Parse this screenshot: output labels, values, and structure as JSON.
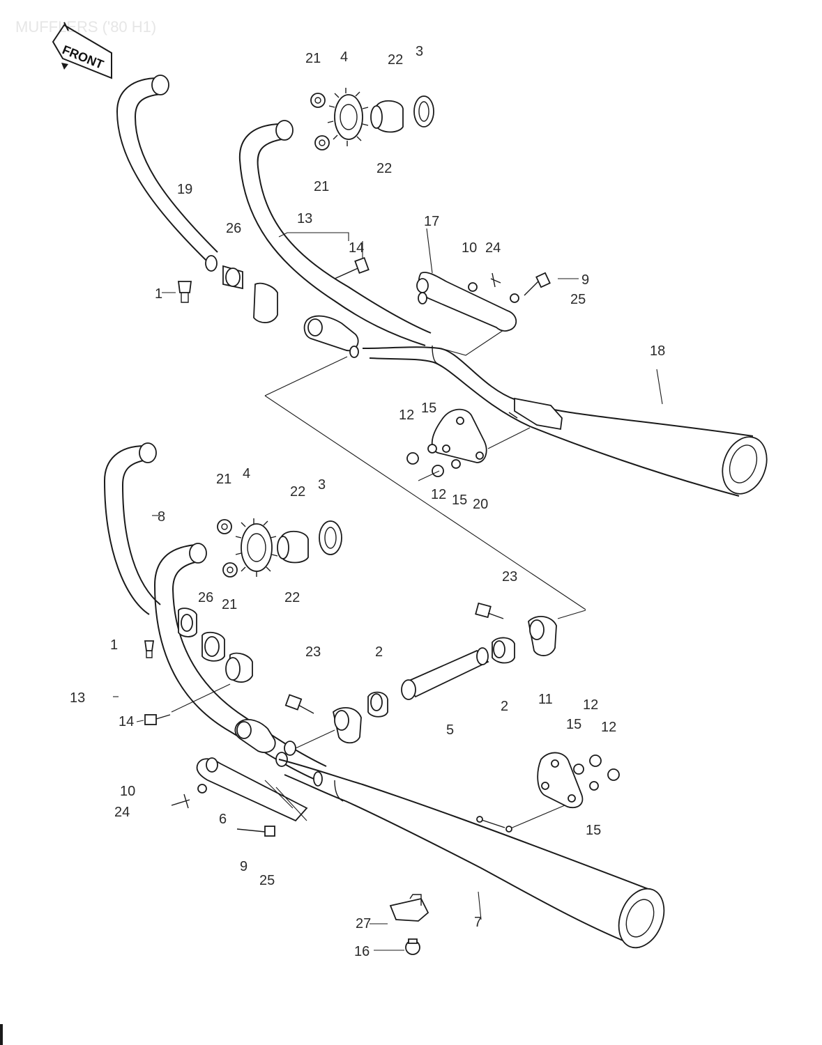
{
  "header": {
    "title": "MUFFLERS ('80 H1)"
  },
  "front_tag": {
    "label": "FRONT"
  },
  "labels": [
    {
      "id": "u21a",
      "text": "21"
    },
    {
      "id": "u4",
      "text": "4"
    },
    {
      "id": "u22a",
      "text": "22"
    },
    {
      "id": "u3",
      "text": "3"
    },
    {
      "id": "u22b",
      "text": "22"
    },
    {
      "id": "u21b",
      "text": "21"
    },
    {
      "id": "u19",
      "text": "19"
    },
    {
      "id": "u26",
      "text": "26"
    },
    {
      "id": "u13",
      "text": "13"
    },
    {
      "id": "u14",
      "text": "14"
    },
    {
      "id": "u17",
      "text": "17"
    },
    {
      "id": "u10",
      "text": "10"
    },
    {
      "id": "u24",
      "text": "24"
    },
    {
      "id": "u9",
      "text": "9"
    },
    {
      "id": "u25",
      "text": "25"
    },
    {
      "id": "u1",
      "text": "1"
    },
    {
      "id": "u18",
      "text": "18"
    },
    {
      "id": "u12a",
      "text": "12"
    },
    {
      "id": "u15a",
      "text": "15"
    },
    {
      "id": "u12b",
      "text": "12"
    },
    {
      "id": "u15b",
      "text": "15"
    },
    {
      "id": "u20",
      "text": "20"
    },
    {
      "id": "l21a",
      "text": "21"
    },
    {
      "id": "l4",
      "text": "4"
    },
    {
      "id": "l22a",
      "text": "22"
    },
    {
      "id": "l3",
      "text": "3"
    },
    {
      "id": "l8",
      "text": "8"
    },
    {
      "id": "l26",
      "text": "26"
    },
    {
      "id": "l21b",
      "text": "21"
    },
    {
      "id": "l22b",
      "text": "22"
    },
    {
      "id": "l23a",
      "text": "23"
    },
    {
      "id": "l1",
      "text": "1"
    },
    {
      "id": "l23b",
      "text": "23"
    },
    {
      "id": "l2a",
      "text": "2"
    },
    {
      "id": "l13",
      "text": "13"
    },
    {
      "id": "l14",
      "text": "14"
    },
    {
      "id": "l11",
      "text": "11"
    },
    {
      "id": "l12a",
      "text": "12"
    },
    {
      "id": "l15a",
      "text": "15"
    },
    {
      "id": "l12b",
      "text": "12"
    },
    {
      "id": "l2b",
      "text": "2"
    },
    {
      "id": "l5",
      "text": "5"
    },
    {
      "id": "l10",
      "text": "10"
    },
    {
      "id": "l24",
      "text": "24"
    },
    {
      "id": "l6",
      "text": "6"
    },
    {
      "id": "l15b",
      "text": "15"
    },
    {
      "id": "l9",
      "text": "9"
    },
    {
      "id": "l25",
      "text": "25"
    },
    {
      "id": "l7",
      "text": "7"
    },
    {
      "id": "l27",
      "text": "27"
    },
    {
      "id": "l16",
      "text": "16"
    }
  ]
}
